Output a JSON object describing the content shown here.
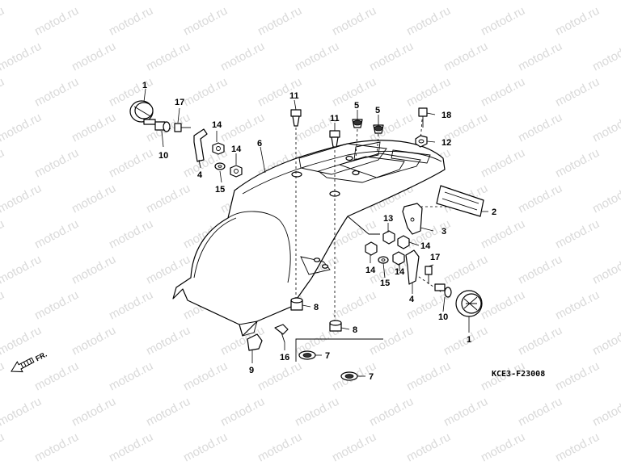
{
  "watermark": {
    "text": "motod.ru"
  },
  "drawing_code": "KCE3-F23008",
  "direction_label": "FR.",
  "callouts": {
    "c1_top": "1",
    "c17_top": "17",
    "c14_a": "14",
    "c14_b": "14",
    "c10_left": "10",
    "c4_left": "4",
    "c15_left": "15",
    "c6": "6",
    "c11_a": "11",
    "c11_b": "11",
    "c5_a": "5",
    "c5_b": "5",
    "c18": "18",
    "c12": "12",
    "c2": "2",
    "c13": "13",
    "c3": "3",
    "c14_c": "14",
    "c14_d": "14",
    "c15_right": "15",
    "c17_right": "17",
    "c4_right": "4",
    "c10_right": "10",
    "c1_right": "1",
    "c8_a": "8",
    "c8_b": "8",
    "c7_a": "7",
    "c7_b": "7",
    "c16": "16",
    "c9": "9"
  }
}
